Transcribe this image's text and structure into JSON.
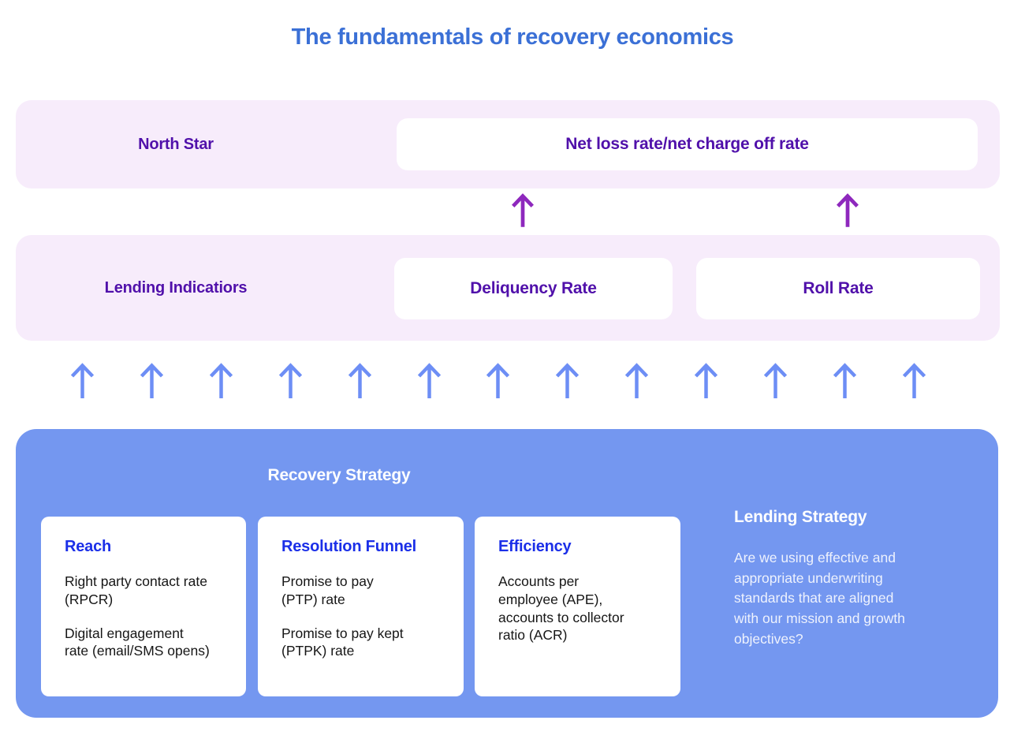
{
  "title": "The fundamentals of recovery economics",
  "colors": {
    "title_blue": "#3b70d6",
    "band_lavender": "#f7ecfb",
    "dark_purple_text": "#5010aa",
    "purple_arrow": "#8e28bd",
    "blue_arrow": "#6d8ef5",
    "strategy_box_blue": "#7497f0",
    "card_heading_blue": "#1b2fe8"
  },
  "north_star_band": {
    "label": "North Star",
    "card": "Net loss rate/net charge off rate"
  },
  "indicators_band": {
    "label": "Lending Indicatiors",
    "cards": [
      "Deliquency Rate",
      "Roll Rate"
    ]
  },
  "arrows": {
    "purple_count": 2,
    "blue_count": 13
  },
  "strategy_box": {
    "title": "Recovery Strategy",
    "cards": [
      {
        "heading": "Reach",
        "items": [
          "Right party contact rate\n(RPCR)",
          "Digital engagement\nrate (email/SMS opens)"
        ]
      },
      {
        "heading": "Resolution Funnel",
        "items": [
          "Promise to pay\n(PTP) rate",
          "Promise to pay kept\n(PTPK) rate"
        ]
      },
      {
        "heading": "Efficiency",
        "items": [
          "Accounts per\nemployee (APE),\naccounts to collector\nratio (ACR)"
        ]
      }
    ],
    "lending": {
      "heading": "Lending Strategy",
      "body": "Are we using effective and\nappropriate underwriting\nstandards that are aligned\nwith our mission and growth\nobjectives?"
    }
  }
}
